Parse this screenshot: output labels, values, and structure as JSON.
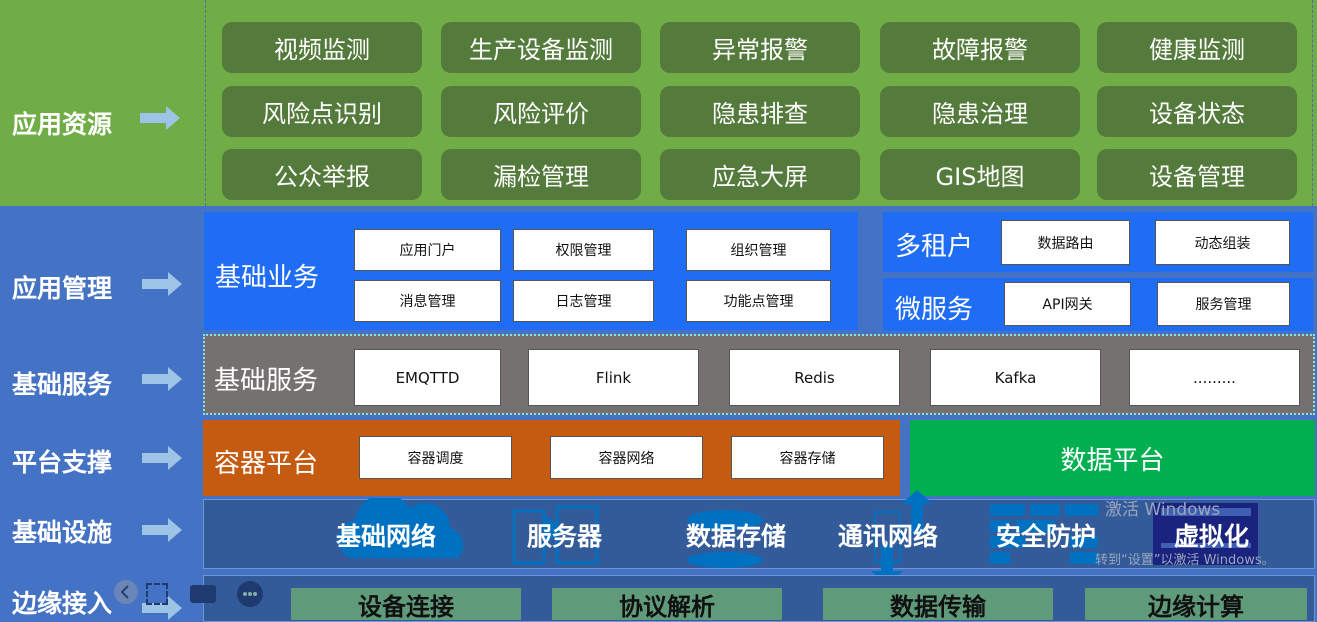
{
  "layers": [
    {
      "label": "应用资源"
    },
    {
      "label": "应用管理"
    },
    {
      "label": "基础服务"
    },
    {
      "label": "平台支撑"
    },
    {
      "label": "基础设施"
    },
    {
      "label": "边缘接入"
    }
  ],
  "app_resources": [
    [
      "视频监测",
      "生产设备监测",
      "异常报警",
      "故障报警",
      "健康监测"
    ],
    [
      "风险点识别",
      "风险评价",
      "隐患排查",
      "隐患治理",
      "设备状态"
    ],
    [
      "公众举报",
      "漏检管理",
      "应急大屏",
      "GIS地图",
      "设备管理"
    ]
  ],
  "basic_business": {
    "title": "基础业务",
    "items": [
      "应用门户",
      "权限管理",
      "组织管理",
      "消息管理",
      "日志管理",
      "功能点管理"
    ]
  },
  "multi_tenant": {
    "title": "多租户",
    "items": [
      "数据路由",
      "动态组装"
    ]
  },
  "microservice": {
    "title": "微服务",
    "items": [
      "API网关",
      "服务管理"
    ]
  },
  "basic_services": {
    "title": "基础服务",
    "items": [
      "EMQTTD",
      "Flink",
      "Redis",
      "Kafka",
      "........."
    ]
  },
  "container": {
    "title": "容器平台",
    "items": [
      "容器调度",
      "容器网络",
      "容器存储"
    ]
  },
  "data_platform": {
    "title": "数据平台"
  },
  "infrastructure": [
    "基础网络",
    "服务器",
    "数据存储",
    "通讯网络",
    "安全防护",
    "虚拟化"
  ],
  "edge": [
    "设备连接",
    "协议解析",
    "数据传输",
    "边缘计算"
  ],
  "watermark": {
    "line1": "激活 Windows",
    "line2": "转到“设置”以激活 Windows。"
  },
  "colors": {
    "green_band": "#70ad47",
    "blue_band": "#4472c4",
    "biz_blue": "#1f6cf5",
    "gray": "#767171",
    "orange": "#c55a11",
    "data_green": "#00b050"
  }
}
